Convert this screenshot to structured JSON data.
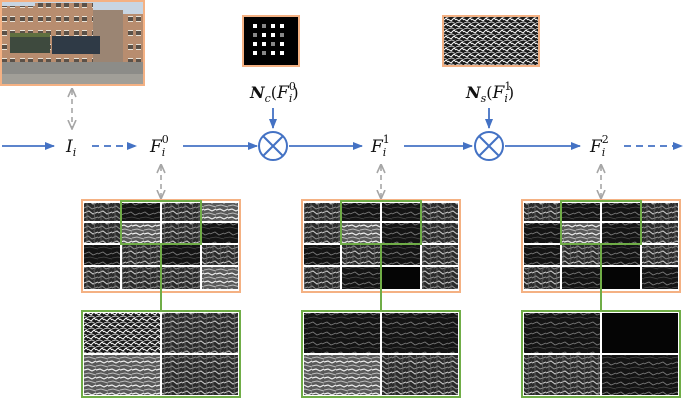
{
  "labels": {
    "input": {
      "base": "I",
      "sub": "i"
    },
    "f0": {
      "base": "F",
      "sub": "i",
      "sup": "0"
    },
    "f1": {
      "base": "F",
      "sub": "i",
      "sup": "1"
    },
    "f2": {
      "base": "F",
      "sub": "i",
      "sup": "2"
    },
    "nc": {
      "op": "N",
      "opsub": "c",
      "arg": "F",
      "argsub": "i",
      "argsup": "0"
    },
    "ns": {
      "op": "N",
      "opsub": "s",
      "arg": "F",
      "argsub": "i",
      "argsup": "1"
    }
  },
  "colors": {
    "flow_arrow": "#4472c4",
    "dashed_arrow": "#a6a6a6",
    "orange_border": "#f4b183",
    "green_border": "#70ad47",
    "operator_circle": "#4472c4"
  },
  "icons": {
    "multiply_operator": "circled-times-icon",
    "channel_mask": "channel-mask-icon",
    "spatial_mask": "spatial-mask-icon"
  }
}
